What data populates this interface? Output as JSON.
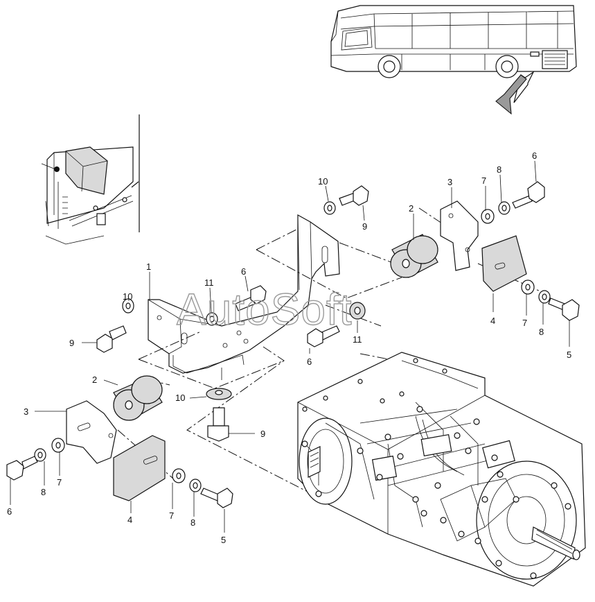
{
  "watermark": "AutoSoft",
  "callouts": [
    {
      "id": "c-1-top",
      "label": "1"
    },
    {
      "id": "c-2-right",
      "label": "2"
    },
    {
      "id": "c-2-left",
      "label": "2"
    },
    {
      "id": "c-3-right",
      "label": "3"
    },
    {
      "id": "c-3-left",
      "label": "3"
    },
    {
      "id": "c-4-right",
      "label": "4"
    },
    {
      "id": "c-4-left",
      "label": "4"
    },
    {
      "id": "c-5-right",
      "label": "5"
    },
    {
      "id": "c-5-left",
      "label": "5"
    },
    {
      "id": "c-6-topright",
      "label": "6"
    },
    {
      "id": "c-6-mid",
      "label": "6"
    },
    {
      "id": "c-6-lower",
      "label": "6"
    },
    {
      "id": "c-6-left",
      "label": "6"
    },
    {
      "id": "c-7-right-top",
      "label": "7"
    },
    {
      "id": "c-7-right-low",
      "label": "7"
    },
    {
      "id": "c-7-left-a",
      "label": "7"
    },
    {
      "id": "c-7-left-b",
      "label": "7"
    },
    {
      "id": "c-8-right-top",
      "label": "8"
    },
    {
      "id": "c-8-right-low",
      "label": "8"
    },
    {
      "id": "c-8-left-a",
      "label": "8"
    },
    {
      "id": "c-8-left-b",
      "label": "8"
    },
    {
      "id": "c-9-top",
      "label": "9"
    },
    {
      "id": "c-9-left",
      "label": "9"
    },
    {
      "id": "c-9-bottom",
      "label": "9"
    },
    {
      "id": "c-10-top",
      "label": "10"
    },
    {
      "id": "c-10-left",
      "label": "10"
    },
    {
      "id": "c-10-bottom",
      "label": "10"
    },
    {
      "id": "c-11-mid",
      "label": "11"
    },
    {
      "id": "c-11-right",
      "label": "11"
    }
  ]
}
